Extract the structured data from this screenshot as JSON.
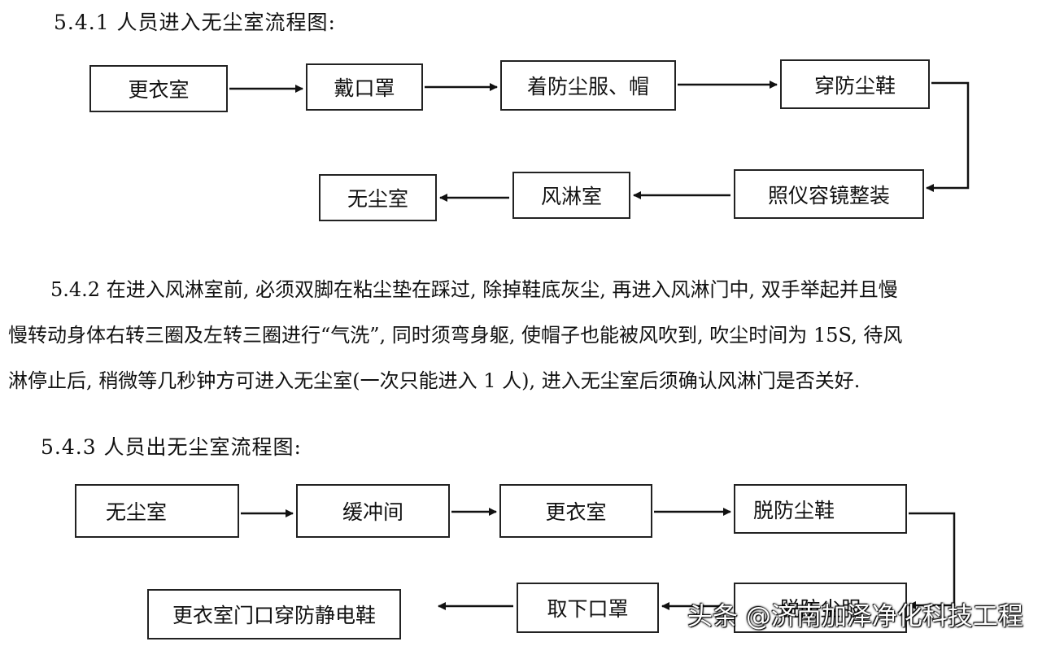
{
  "section1": {
    "heading": "5.4.1  人员进入无尘室流程图:",
    "steps": [
      "更衣室",
      "戴口罩",
      "着防尘服、帽",
      "穿防尘鞋",
      "照仪容镜整装",
      "风淋室",
      "无尘室"
    ]
  },
  "section2": {
    "lines": [
      "5.4.2  在进入风淋室前, 必须双脚在粘尘垫在踩过, 除掉鞋底灰尘, 再进入风淋门中, 双手举起并且慢",
      "慢转动身体右转三圈及左转三圈进行“气洗”, 同时须弯身躯, 使帽子也能被风吹到, 吹尘时间为 15S, 待风",
      "淋停止后, 稍微等几秒钟方可进入无尘室(一次只能进入 1 人), 进入无尘室后须确认风淋门是否关好."
    ]
  },
  "section3": {
    "heading": "5.4.3  人员出无尘室流程图:",
    "steps": [
      "无尘室",
      "缓冲间",
      "更衣室",
      "脱防尘鞋",
      "脱防尘服",
      "取下口罩",
      "更衣室门口穿防静电鞋"
    ]
  },
  "watermark": "头条 @济南加泽净化科技工程"
}
